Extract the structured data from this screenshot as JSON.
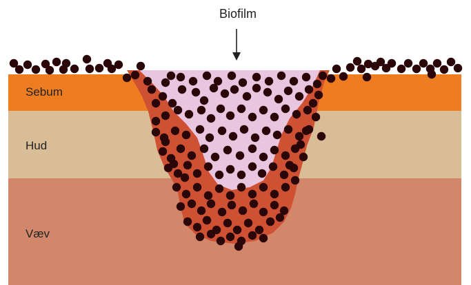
{
  "labels": {
    "biofilm": "Biofilm",
    "sebum": "Sebum",
    "hud": "Hud",
    "vaev": "Væv"
  },
  "colors": {
    "sebum_layer": "#ee7d22",
    "hud_layer": "#d8bd97",
    "vaev_layer": "#d3876a",
    "wound_rim": "#cf5134",
    "biofilm_matrix": "#e8c6e0",
    "bacteria": "#2a0608",
    "arrow": "#222222"
  },
  "icons": {
    "arrow": "down-arrow-icon",
    "bacteria": "bacterium-dot-icon"
  }
}
